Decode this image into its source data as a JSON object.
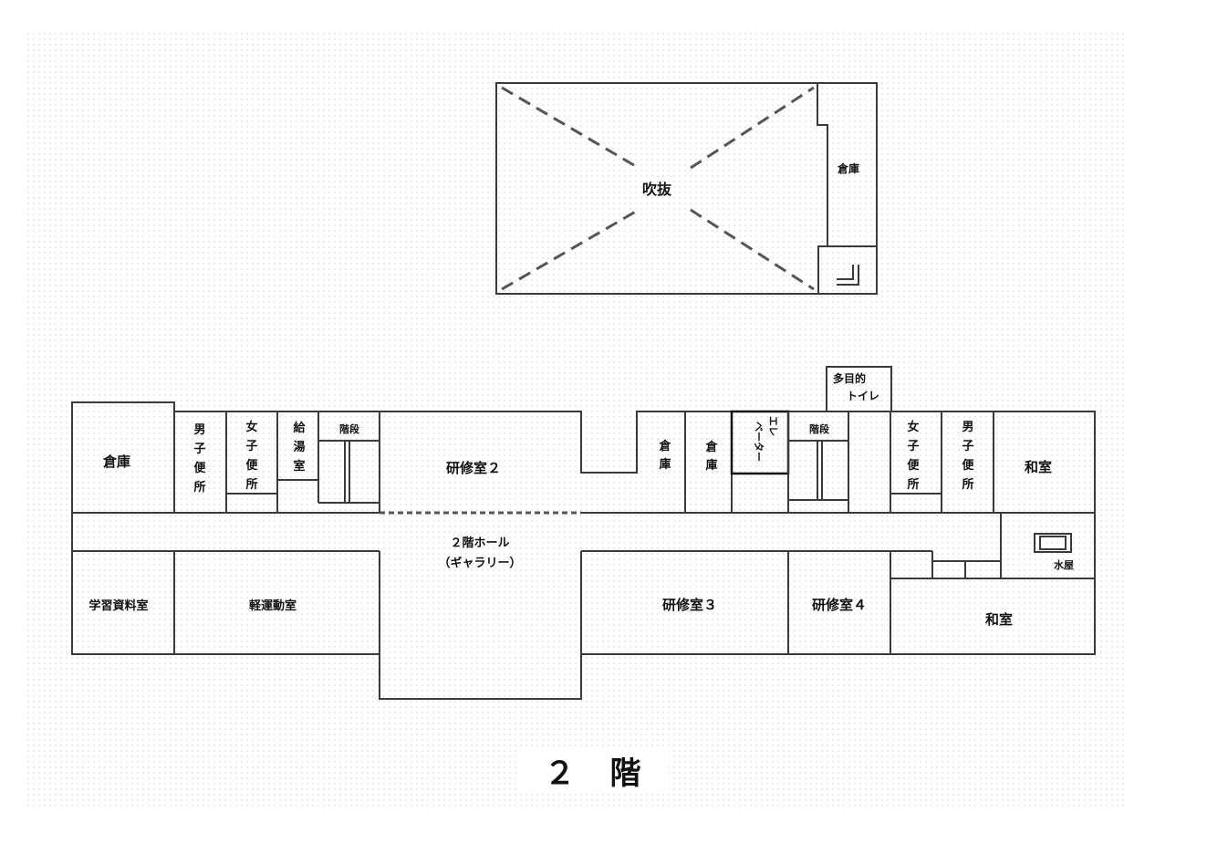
{
  "floor_title": "２　階",
  "rooms": {
    "atrium": "吹抜",
    "storage_top": "倉庫",
    "storage_left": "倉庫",
    "mens_toilet_left": [
      "男",
      "子",
      "便",
      "所"
    ],
    "womens_toilet_left": [
      "女",
      "子",
      "便",
      "所"
    ],
    "kitchenette": [
      "給",
      "湯",
      "室"
    ],
    "stairs_left": "階段",
    "training_room_2": "研修室２",
    "storage_mid_1": [
      "倉",
      "庫"
    ],
    "storage_mid_2": [
      "倉",
      "庫"
    ],
    "elevator": [
      "エレ",
      "ベーター"
    ],
    "stairs_right": "階段",
    "multipurpose_toilet": [
      "多目的",
      "トイレ"
    ],
    "womens_toilet_right": [
      "女",
      "子",
      "便",
      "所"
    ],
    "mens_toilet_right": [
      "男",
      "子",
      "便",
      "所"
    ],
    "japanese_room_1": "和室",
    "hall": [
      "２階ホール",
      "（ギャラリー）"
    ],
    "water_room": "水屋",
    "study_materials_room": "学習資料室",
    "light_exercise_room": "軽運動室",
    "training_room_3": "研修室３",
    "training_room_4": "研修室４",
    "japanese_room_2": "和室"
  }
}
